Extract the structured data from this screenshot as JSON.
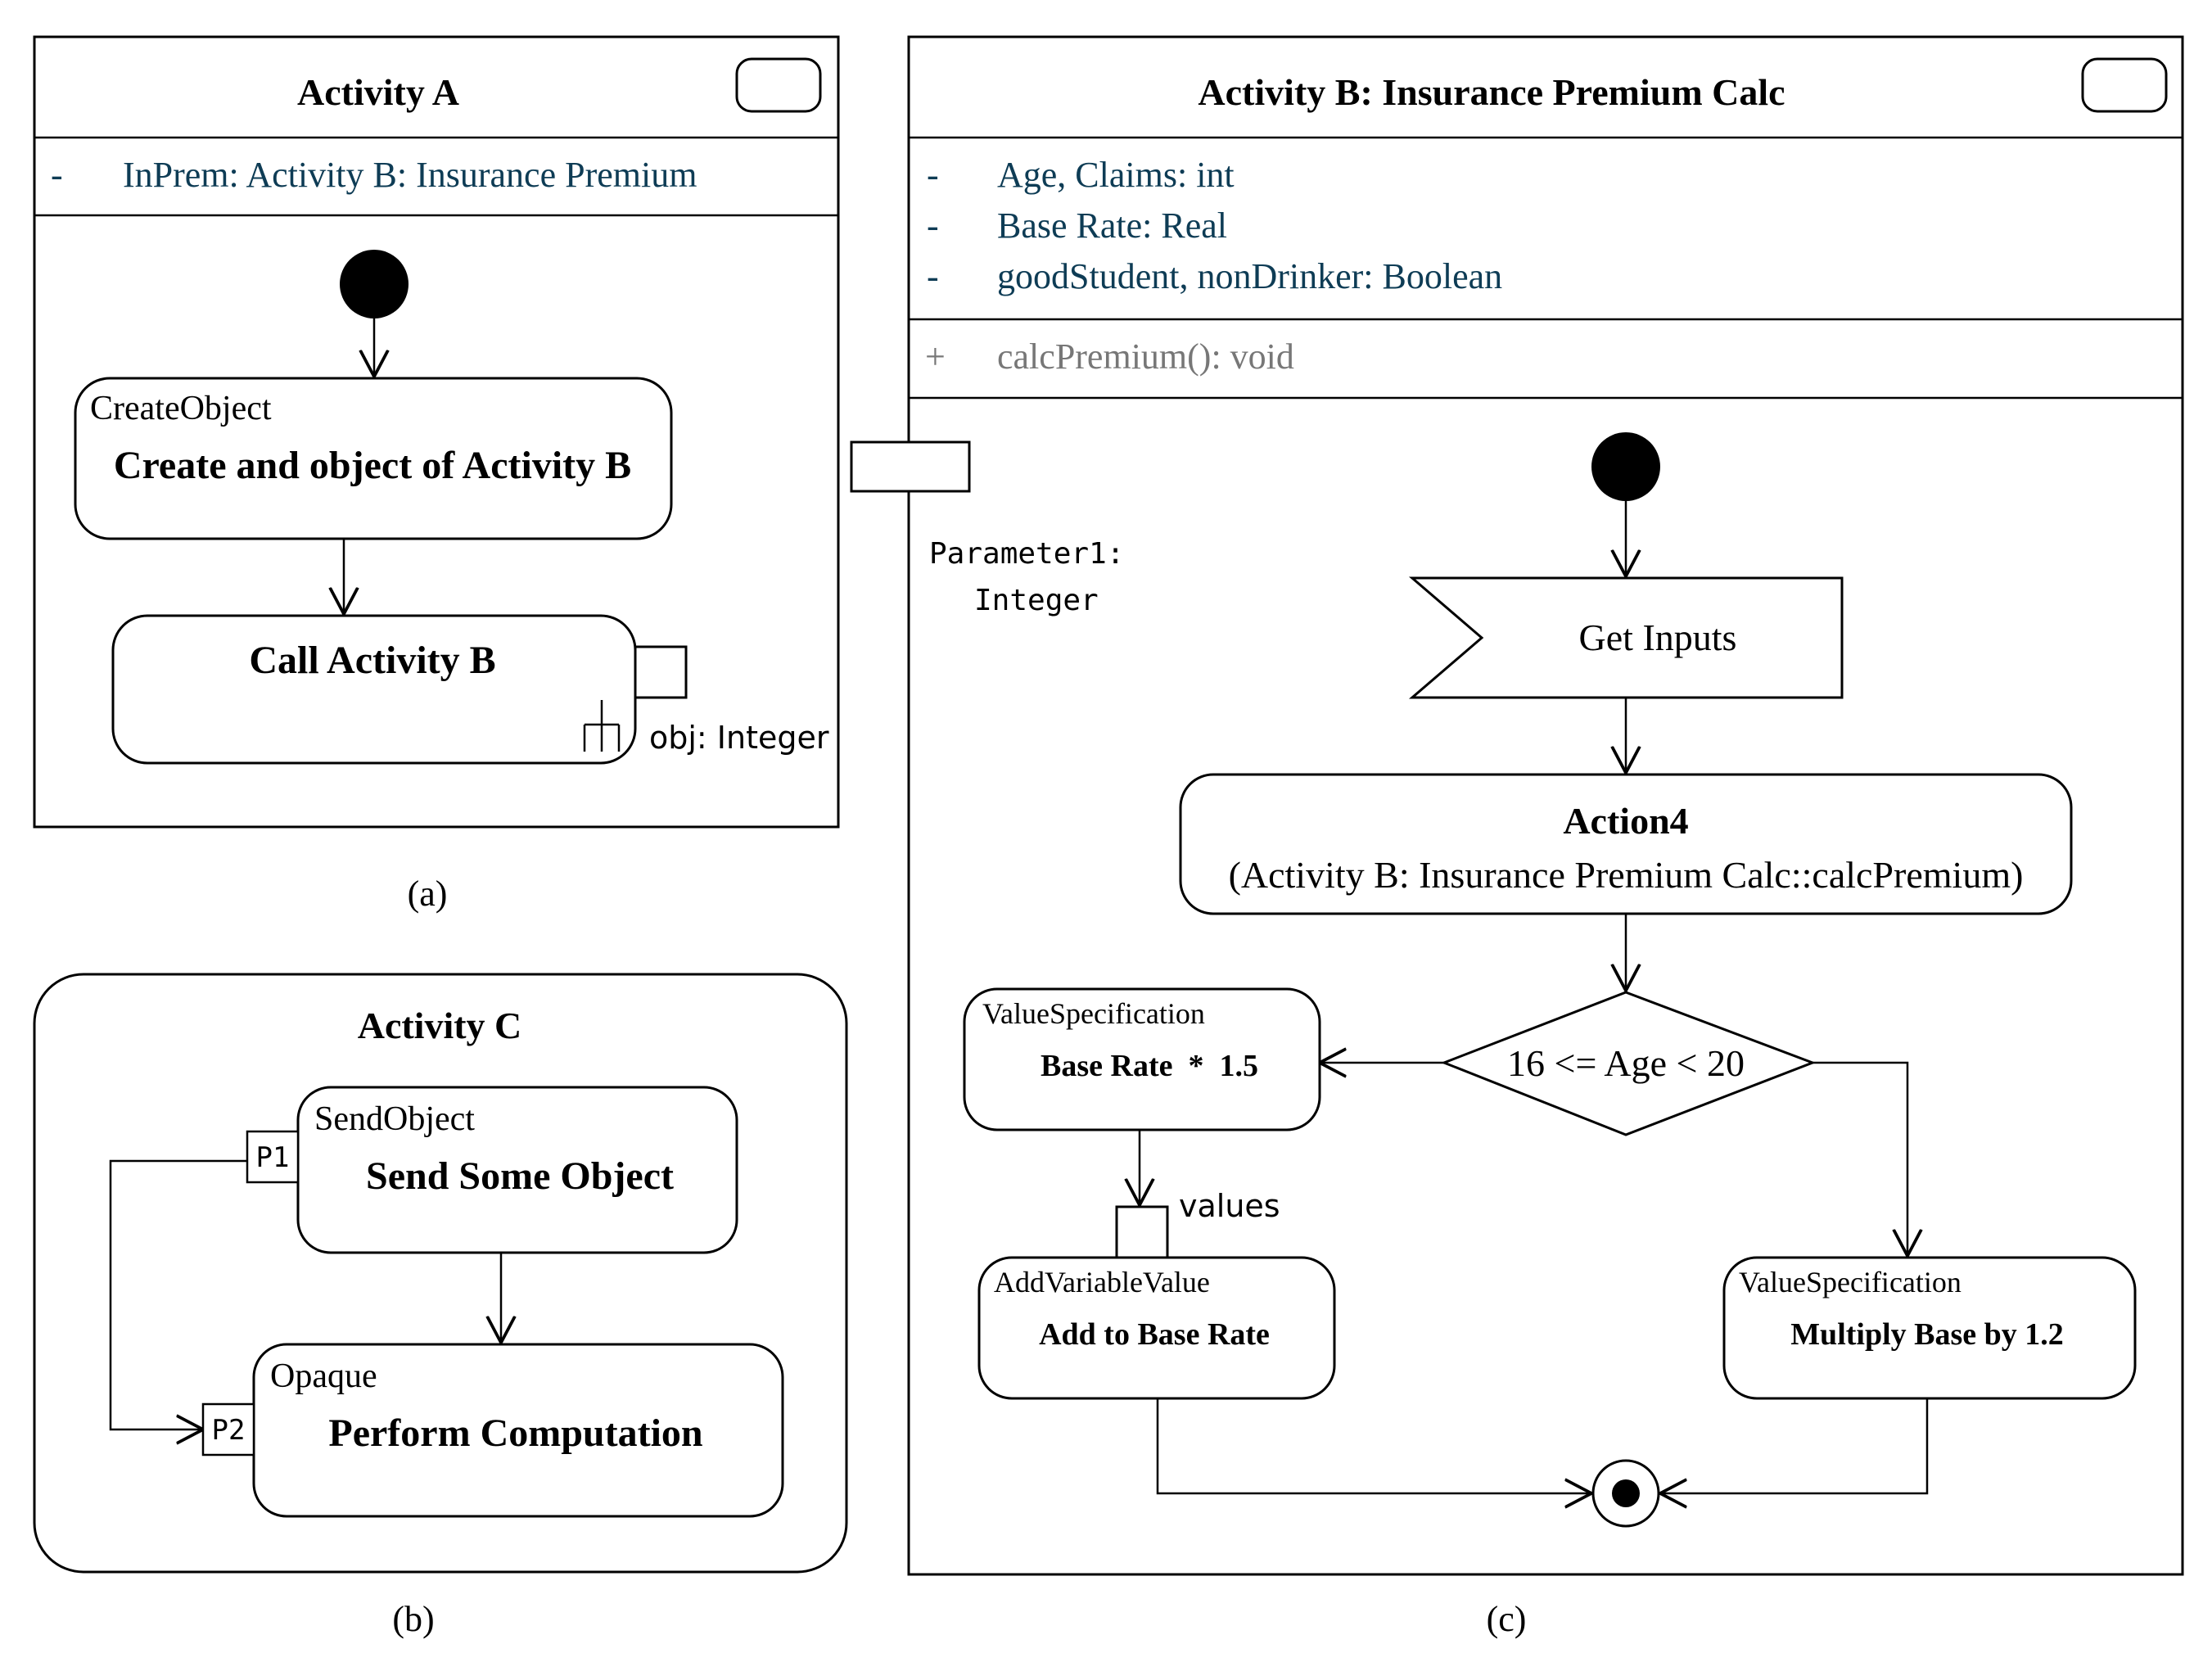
{
  "activity_a": {
    "title": "Activity A",
    "attribute_marker": "-",
    "attribute": "InPrem: Activity B: Insurance Premium",
    "create_keyword": "CreateObject",
    "create_label": "Create and object of Activity B",
    "call_label": "Call Activity B",
    "pin_label": "obj: Integer",
    "caption": "(a)"
  },
  "activity_b": {
    "title": "Activity B: Insurance Premium Calc",
    "attributes": [
      {
        "marker": "-",
        "text": "Age, Claims: int"
      },
      {
        "marker": "-",
        "text": "Base Rate: Real"
      },
      {
        "marker": "-",
        "text": "goodStudent, nonDrinker: Boolean"
      }
    ],
    "operation_marker": "+",
    "operation": "calcPremium(): void",
    "parameter_line1": "Parameter1:",
    "parameter_line2": "Integer",
    "get_inputs": "Get Inputs",
    "action_title": "Action4",
    "action_sub": "(Activity B: Insurance Premium Calc::calcPremium)",
    "decision": "16 <= Age < 20",
    "vs1_keyword": "ValueSpecification",
    "vs1_label": "Base Rate  *  1.5",
    "values_label": "values",
    "add_keyword": "AddVariableValue",
    "add_label": "Add to Base Rate",
    "vs2_keyword": "ValueSpecification",
    "vs2_label": "Multiply Base by 1.2",
    "caption": "(c)"
  },
  "activity_c": {
    "title": "Activity C",
    "send_keyword": "SendObject",
    "send_label": "Send Some Object",
    "opaque_keyword": "Opaque",
    "opaque_label": "Perform Computation",
    "pin_p1": "P1",
    "pin_p2": "P2",
    "caption": "(b)"
  }
}
